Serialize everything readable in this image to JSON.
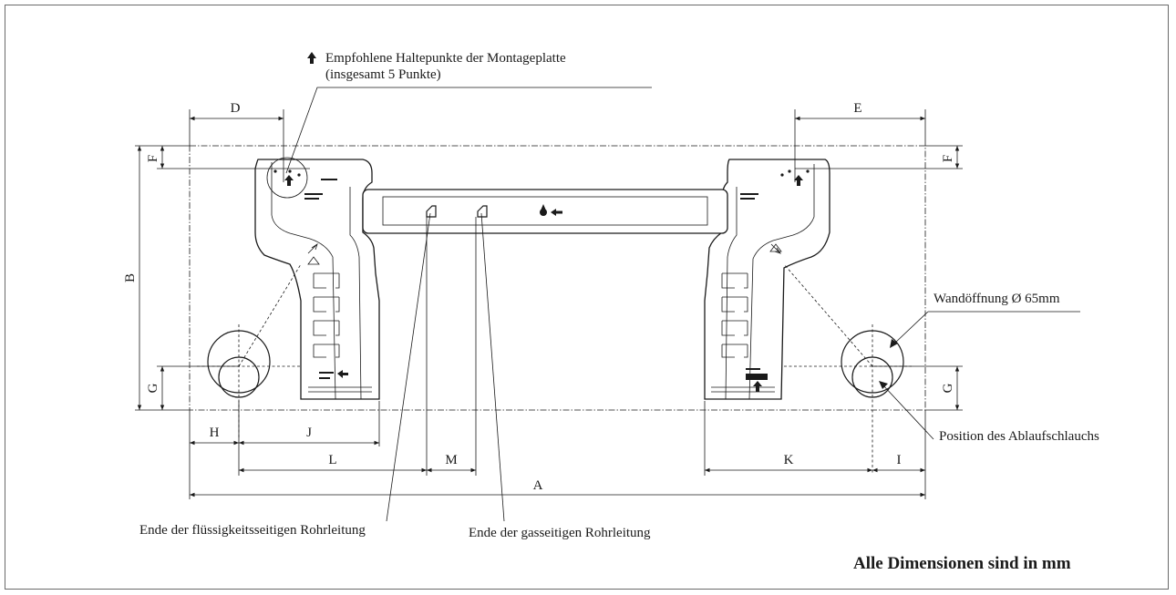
{
  "labels": {
    "mount_points_line1": "Empfohlene Haltepunkte der Montageplatte",
    "mount_points_line2": "(insgesamt 5 Punkte)",
    "wall_opening": "Wandöffnung Ø 65mm",
    "drain_hose": "Position des Ablaufschlauchs",
    "liquid_pipe_end": "Ende der flüssigkeitsseitigen Rohrleitung",
    "gas_pipe_end": "Ende der gasseitigen Rohrleitung",
    "all_dimensions": "Alle Dimensionen sind in mm"
  },
  "dimensions": {
    "A": "A",
    "B": "B",
    "D": "D",
    "E": "E",
    "F": "F",
    "G": "G",
    "H": "H",
    "I": "I",
    "J": "J",
    "K": "K",
    "L": "L",
    "M": "M"
  },
  "icons": {
    "mount_point_marker": "up-arrow-icon",
    "drain_symbol": "drop-arrow-icon"
  }
}
